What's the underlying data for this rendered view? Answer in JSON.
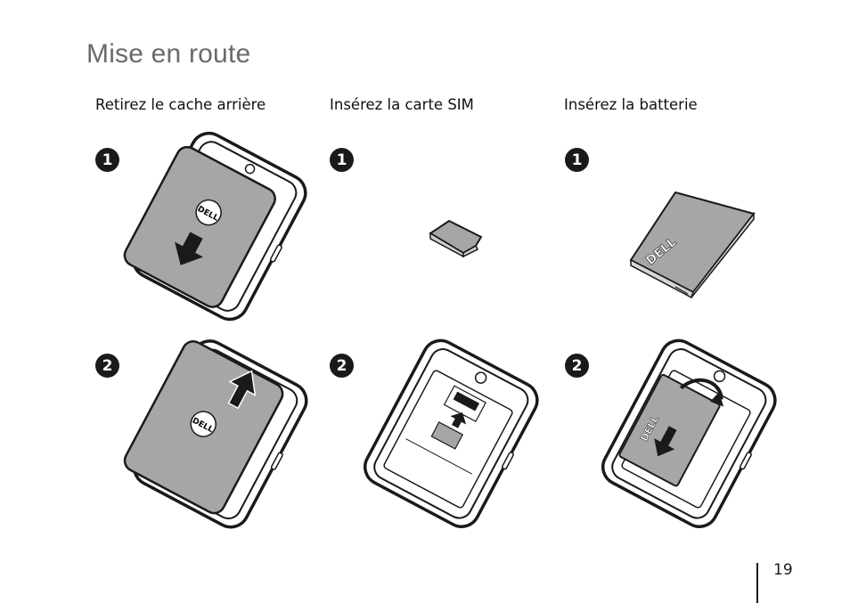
{
  "page": {
    "title": "Mise en route",
    "page_number": "19"
  },
  "columns": [
    {
      "heading": "Retirez le cache arrière"
    },
    {
      "heading": "Insérez la carte SIM"
    },
    {
      "heading": "Insérez la batterie"
    }
  ],
  "steps": {
    "one": "1",
    "two": "2"
  },
  "brand": {
    "logo_text": "DELL"
  },
  "colors": {
    "ink": "#1a1a1a",
    "gray_fill": "#a6a6a6",
    "title_gray": "#6a6a6a"
  }
}
